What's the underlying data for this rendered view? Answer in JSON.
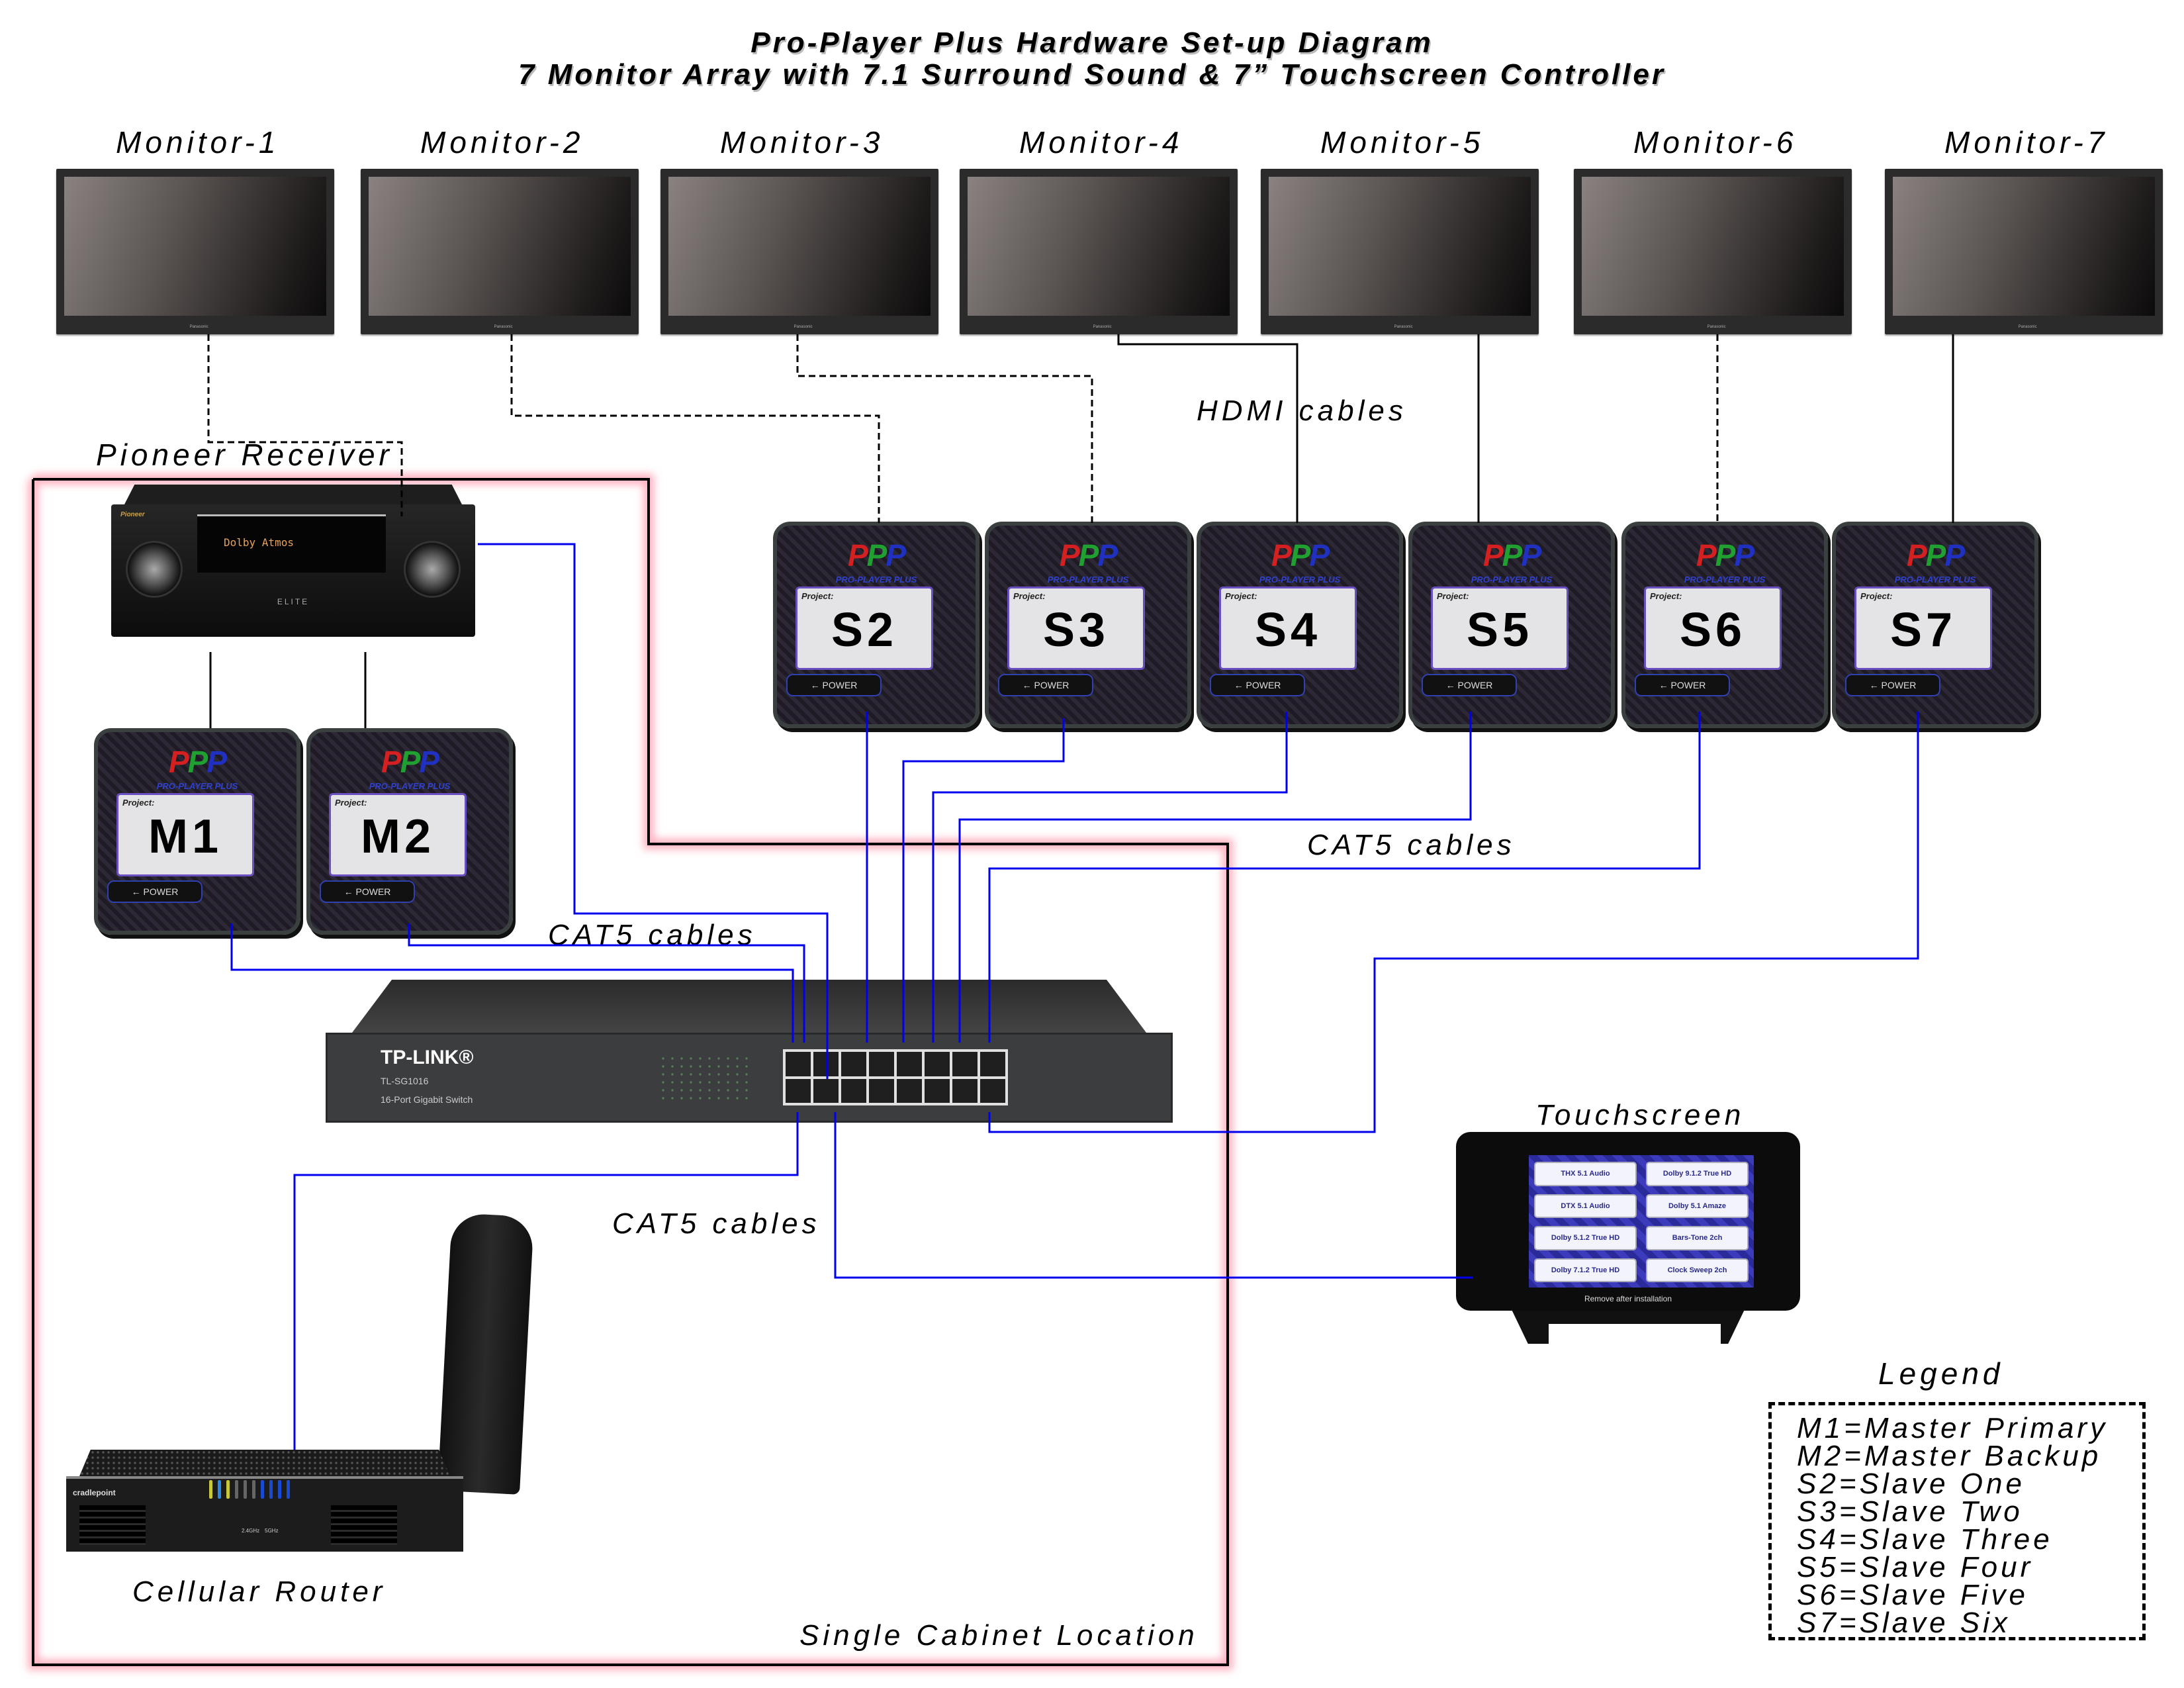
{
  "title": {
    "line1": "Pro-Player Plus Hardware Set-up Diagram",
    "line2": "7 Monitor Array with 7.1 Surround Sound & 7” Touchscreen Controller"
  },
  "monitors": [
    {
      "label": "Monitor-1"
    },
    {
      "label": "Monitor-2"
    },
    {
      "label": "Monitor-3"
    },
    {
      "label": "Monitor-4"
    },
    {
      "label": "Monitor-5"
    },
    {
      "label": "Monitor-6"
    },
    {
      "label": "Monitor-7"
    }
  ],
  "monitor_brand": "Panasonic",
  "receiver": {
    "label": "Pioneer Receiver",
    "brand": "Pioneer",
    "display_text": "Dolby Atmos",
    "series": "ELITE"
  },
  "players": {
    "logo_letters": [
      "P",
      "P",
      "P"
    ],
    "logo_sub": "PRO-PLAYER PLUS",
    "project_label": "Project:",
    "power_label": "← POWER",
    "masters": [
      {
        "id": "M1"
      },
      {
        "id": "M2"
      }
    ],
    "slaves": [
      {
        "id": "S2"
      },
      {
        "id": "S3"
      },
      {
        "id": "S4"
      },
      {
        "id": "S5"
      },
      {
        "id": "S6"
      },
      {
        "id": "S7"
      }
    ]
  },
  "switch": {
    "brand": "TP-LINK®",
    "model": "TL-SG1016",
    "description": "16-Port Gigabit Switch",
    "port_count": 16
  },
  "router": {
    "label": "Cellular Router",
    "brand": "cradlepoint",
    "band_24": "2.4GHz",
    "band_5": "5GHz"
  },
  "touchscreen": {
    "label": "Touchscreen",
    "buttons": [
      "THX 5.1 Audio",
      "Dolby 9.1.2 True HD",
      "DTX 5.1 Audio",
      "Dolby 5.1 Amaze",
      "Dolby 5.1.2 True HD",
      "Bars-Tone 2ch",
      "Dolby 7.1.2 True HD",
      "Clock Sweep 2ch"
    ],
    "note": "Remove after installation"
  },
  "cable_labels": {
    "hdmi": "HDMI cables",
    "cat5_top": "CAT5 cables",
    "cat5_mid": "CAT5 cables",
    "cat5_bottom": "CAT5 cables"
  },
  "cabinet_label": "Single Cabinet Location",
  "legend": {
    "title": "Legend",
    "items": [
      "M1=Master Primary",
      "M2=Master Backup",
      "S2=Slave One",
      "S3=Slave Two",
      "S4=Slave Three",
      "S5=Slave Four",
      "S6=Slave Five",
      "S7=Slave Six"
    ]
  },
  "colors": {
    "hdmi_cable": "#000000",
    "cat5_cable": "#0000ee",
    "cabinet_border": "#000000",
    "cabinet_glow": "#ffb0c0",
    "logo_red": "#d42020",
    "logo_green": "#20a030",
    "logo_blue": "#2030c0"
  }
}
